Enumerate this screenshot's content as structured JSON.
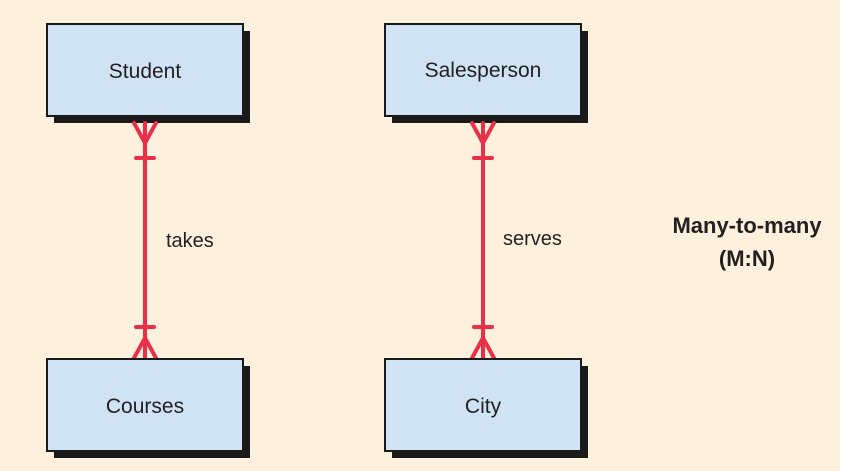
{
  "diagram": {
    "left": {
      "top_entity": "Student",
      "relationship": "takes",
      "bottom_entity": "Courses"
    },
    "right": {
      "top_entity": "Salesperson",
      "relationship": "serves",
      "bottom_entity": "City"
    },
    "caption": {
      "line1": "Many-to-many",
      "line2": "(M:N)"
    }
  },
  "colors": {
    "background": "#fdf1de",
    "entity_fill": "#cfe3f5",
    "entity_border": "#1a1a1a",
    "connector": "#e8304a"
  }
}
